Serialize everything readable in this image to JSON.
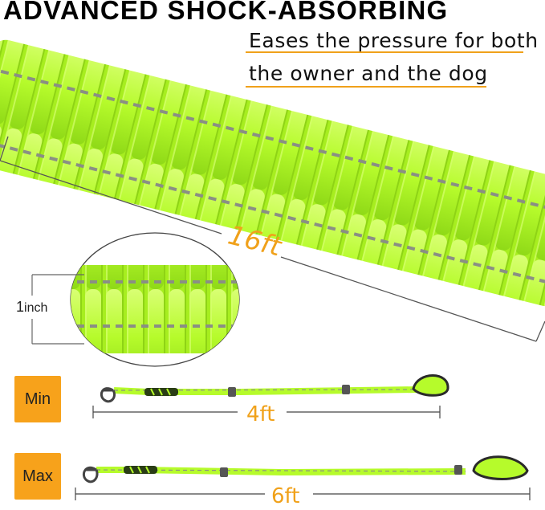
{
  "headline": "ADVANCED SHOCK-ABSORBING",
  "subtitle": {
    "line1": "Eases the pressure for both",
    "line2": "the owner and the dog"
  },
  "main_length": "16ft",
  "width_label": {
    "num": "1",
    "unit": "inch"
  },
  "min": {
    "label": "Min",
    "length": "4ft"
  },
  "max": {
    "label": "Max",
    "length": "6ft"
  },
  "colors": {
    "leash_green": "#b6fb2b",
    "accent_orange": "#f7a21b",
    "reflective_stitch": "#8a8f84"
  },
  "icons": [
    "leash-coil",
    "leash-handle",
    "leash-clip"
  ]
}
